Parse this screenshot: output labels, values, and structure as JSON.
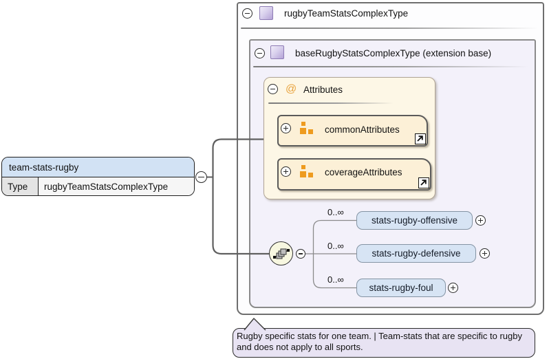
{
  "diagram": {
    "outer": {
      "title": "rugbyTeamStatsComplexType"
    },
    "inner": {
      "title": "baseRugbyStatsComplexType (extension base)"
    },
    "attributes": {
      "at": "@",
      "title": "Attributes",
      "groups": [
        {
          "label": "commonAttributes"
        },
        {
          "label": "coverageAttributes"
        }
      ]
    },
    "left_node": {
      "name": "team-stats-rugby",
      "type_label": "Type",
      "type_value": "rugbyTeamStatsComplexType"
    },
    "elements": [
      {
        "cardinality": "0..∞",
        "label": "stats-rugby-offensive"
      },
      {
        "cardinality": "0..∞",
        "label": "stats-rugby-defensive"
      },
      {
        "cardinality": "0..∞",
        "label": "stats-rugby-foul"
      }
    ],
    "annotation": {
      "text": "Rugby specific stats for one team. | Team-stats that are specific to rugby and does not apply to all sports."
    },
    "colors": {
      "element_fill": "#d7e4f4",
      "attribute_group_fill": "#fcf0d7",
      "attributes_section_fill": "#fdf7e6",
      "complex_type_fill": "#f3f1fa",
      "annotation_fill": "#e8e3f3",
      "icon_orange": "#ee9b1f",
      "icon_purple": "#b4a2d6"
    }
  }
}
